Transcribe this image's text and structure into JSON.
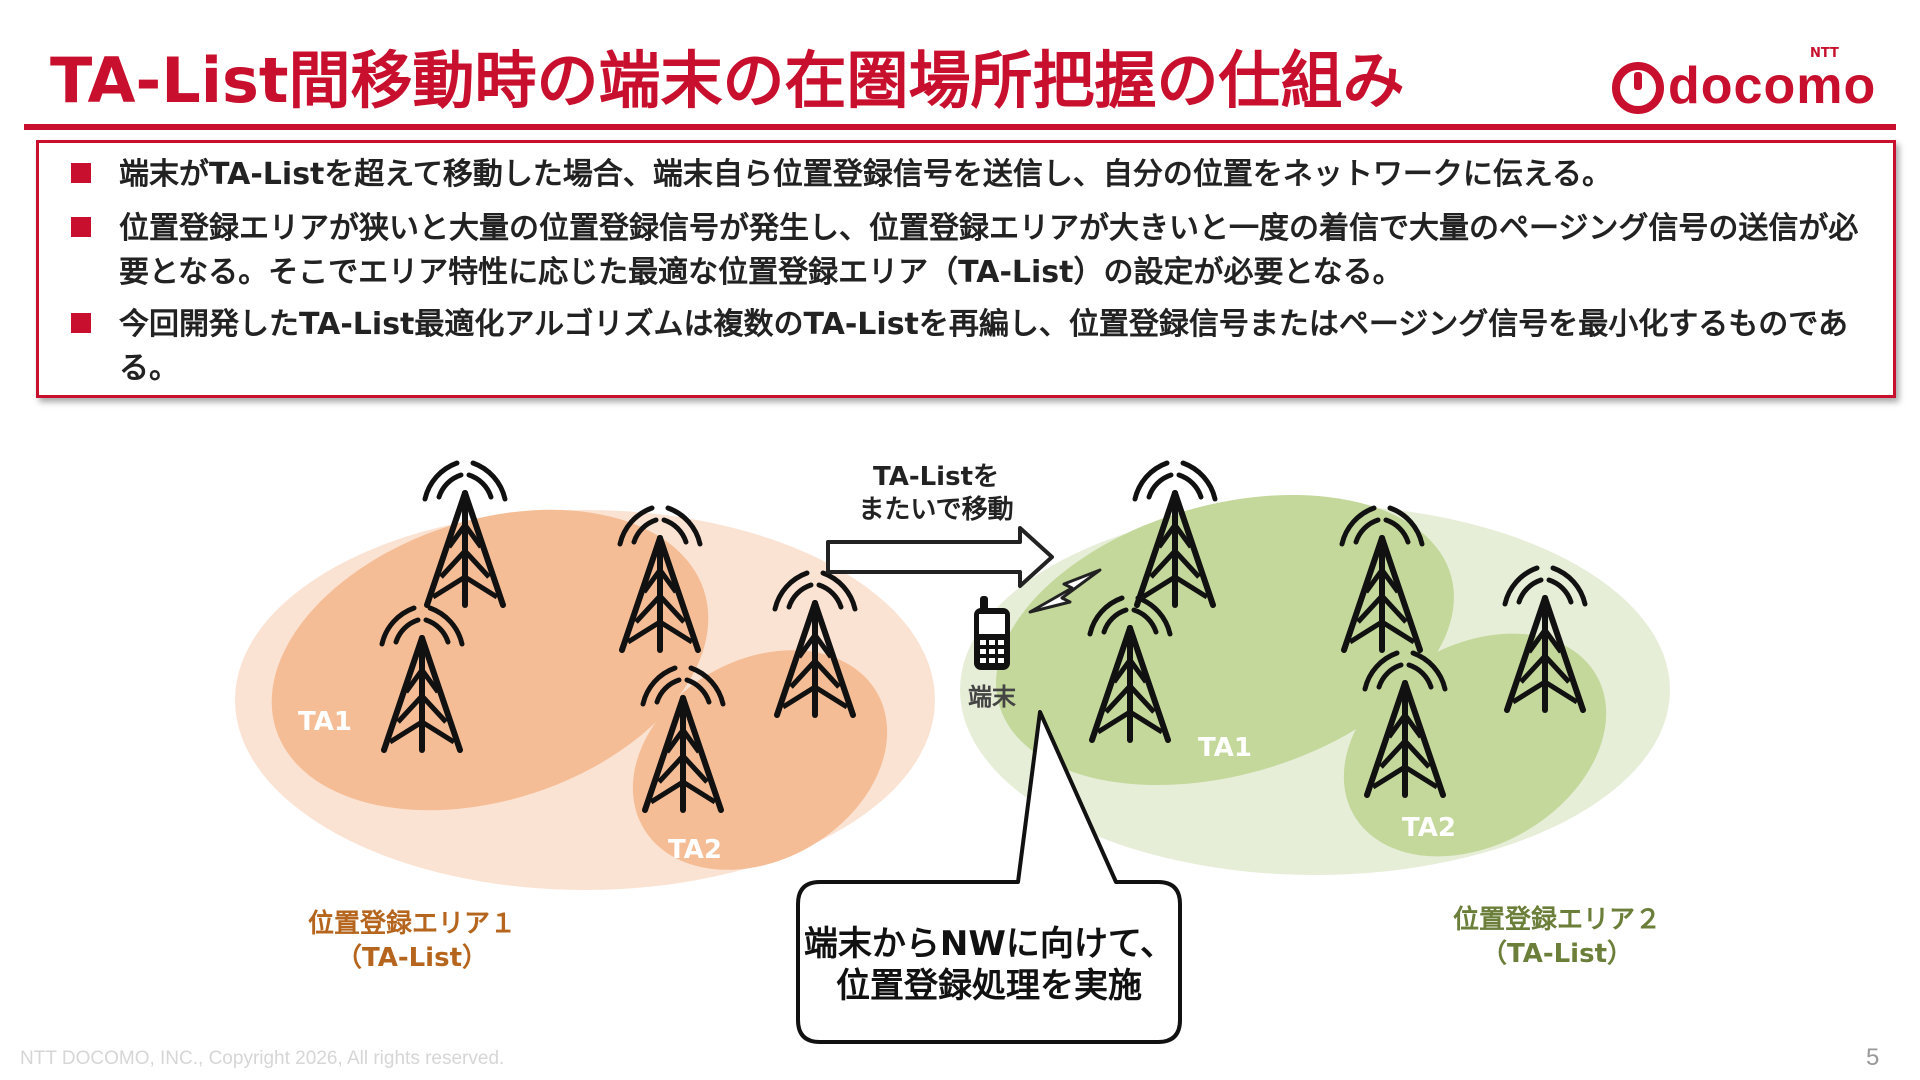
{
  "title": "TA-List間移動時の端末の在圏場所把握の仕組み",
  "logo": {
    "brand": "docomo",
    "prefix": "NTT"
  },
  "bullets": [
    "端末がTA-Listを超えて移動した場合、端末自ら位置登録信号を送信し、自分の位置をネットワークに伝える。",
    "位置登録エリアが狭いと大量の位置登録信号が発生し、位置登録エリアが大きいと一度の着信で大量のページング信号の送信が必要となる。そこでエリア特性に応じた最適な位置登録エリア（TA-List）の設定が必要となる。",
    "今回開発したTA-List最適化アルゴリズムは複数のTA-Listを再編し、位置登録信号またはページング信号を最小化するものである。"
  ],
  "diagram": {
    "left_area": {
      "ta1": "TA1",
      "ta2": "TA2",
      "label_line1": "位置登録エリア１",
      "label_line2": "（TA-List）",
      "label_color": "#b5651d"
    },
    "right_area": {
      "ta1": "TA1",
      "ta2": "TA2",
      "label_line1": "位置登録エリア２",
      "label_line2": "（TA-List）",
      "label_color": "#6b7f3a"
    },
    "arrow_line1": "TA-Listを",
    "arrow_line2": "またいで移動",
    "device_label": "端末",
    "callout_line1": "端末からNWに向けて、",
    "callout_line2": "位置登録処理を実施"
  },
  "colors": {
    "accent": "#c8102e",
    "orange_outer": "#fbe3d3",
    "orange_inner": "#f5bd96",
    "green_outer": "#e6eed8",
    "green_inner": "#c4d89b"
  },
  "footer": "NTT DOCOMO, INC., Copyright 2026, All rights reserved.",
  "page_number": "5"
}
